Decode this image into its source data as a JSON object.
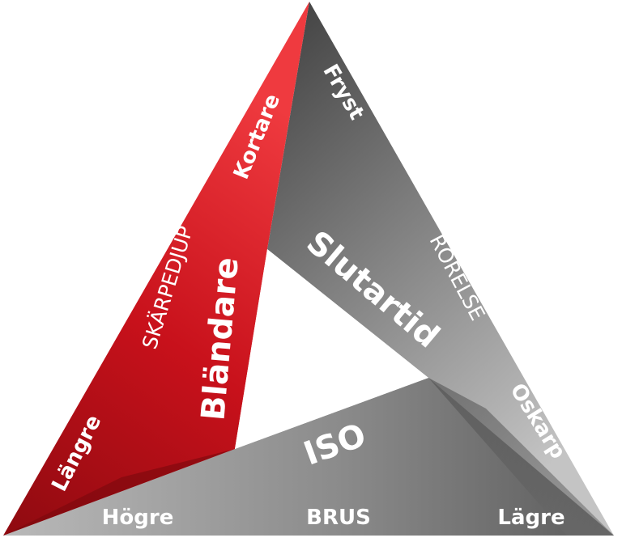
{
  "diagram": {
    "aperture": {
      "title": "Bländare",
      "quality": "SKÄRPEDJUP",
      "low": "Längre",
      "high": "Kortare",
      "color": "#c8111b"
    },
    "shutter": {
      "title": "Slutartid",
      "quality": "RÖRELSE",
      "low": "Fryst",
      "high": "Oskarp",
      "color": "#7b7b7b"
    },
    "iso": {
      "title": "ISO",
      "quality": "BRUS",
      "low": "Lägre",
      "high": "Högre",
      "color": "#8f8f8f"
    }
  }
}
